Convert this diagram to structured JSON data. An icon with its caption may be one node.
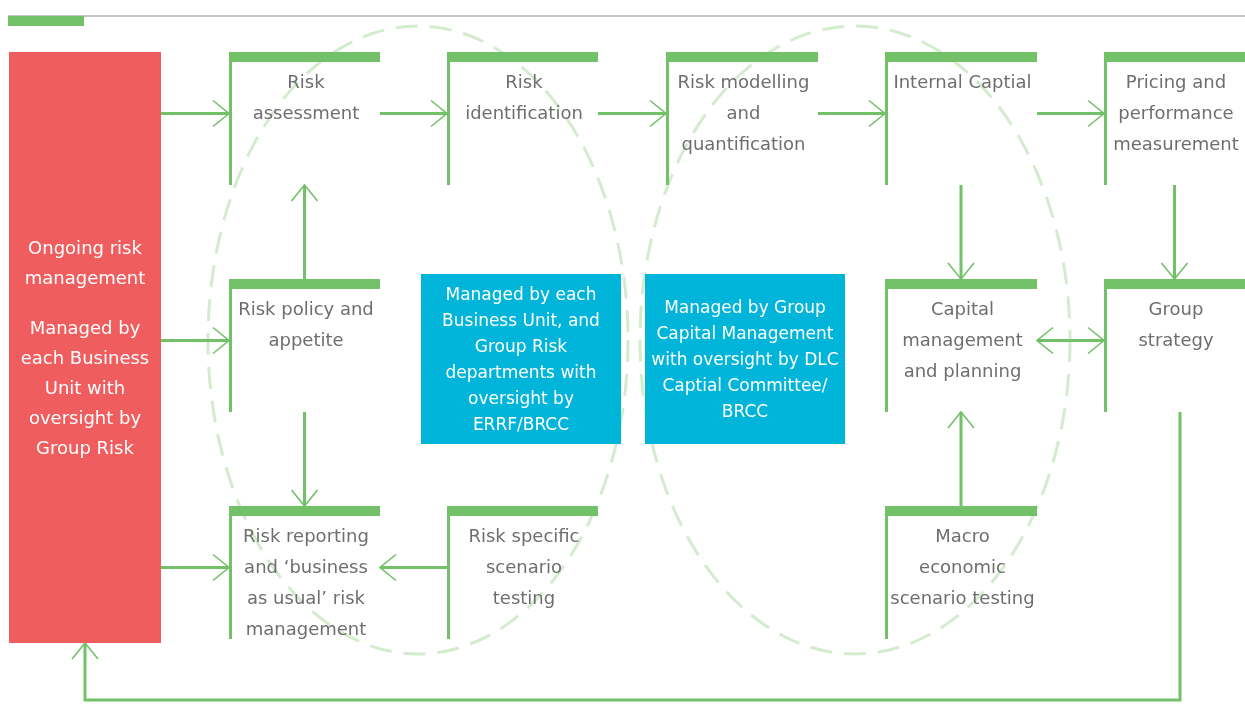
{
  "diagram": {
    "nodes": [
      {
        "text": [
          "Ongoing risk management",
          "Managed by each Business Unit with oversight by Group Risk"
        ]
      },
      {
        "text": [
          "Risk assessment"
        ]
      },
      {
        "text": [
          "Risk identification"
        ]
      },
      {
        "text": [
          "Risk modelling and quantification"
        ]
      },
      {
        "text": [
          "Internal Captial"
        ]
      },
      {
        "text": [
          "Pricing and performance measurement"
        ]
      },
      {
        "text": [
          "Risk policy and appetite"
        ]
      },
      {
        "text": [
          "Managed by each Business Unit, and Group Risk departments with oversight by ERRF/BRCC"
        ]
      },
      {
        "text": [
          "Managed by Group Capital Management with oversight by DLC Captial Committee/ BRCC"
        ]
      },
      {
        "text": [
          "Capital management and planning"
        ]
      },
      {
        "text": [
          "Group strategy"
        ]
      },
      {
        "text": [
          "Risk reporting and ‘business as usual’ risk management"
        ]
      },
      {
        "text": [
          "Risk specific scenario testing"
        ]
      },
      {
        "text": [
          "Macro economic scenario testing"
        ]
      }
    ],
    "edges": [
      {
        "from": 0,
        "to": 1,
        "arrow": "to"
      },
      {
        "from": 1,
        "to": 2,
        "arrow": "to"
      },
      {
        "from": 2,
        "to": 3,
        "arrow": "to"
      },
      {
        "from": 3,
        "to": 4,
        "arrow": "to"
      },
      {
        "from": 4,
        "to": 5,
        "arrow": "to"
      },
      {
        "from": 6,
        "to": 1,
        "arrow": "to"
      },
      {
        "from": 0,
        "to": 6,
        "arrow": "to"
      },
      {
        "from": 6,
        "to": 11,
        "arrow": "to"
      },
      {
        "from": 0,
        "to": 11,
        "arrow": "to"
      },
      {
        "from": 12,
        "to": 11,
        "arrow": "to"
      },
      {
        "from": 4,
        "to": 9,
        "arrow": "to"
      },
      {
        "from": 5,
        "to": 10,
        "arrow": "to"
      },
      {
        "from": 9,
        "to": 10,
        "arrow": "both"
      },
      {
        "from": 13,
        "to": 9,
        "arrow": "to"
      },
      {
        "from": 10,
        "to": 0,
        "arrow": "to"
      }
    ]
  }
}
